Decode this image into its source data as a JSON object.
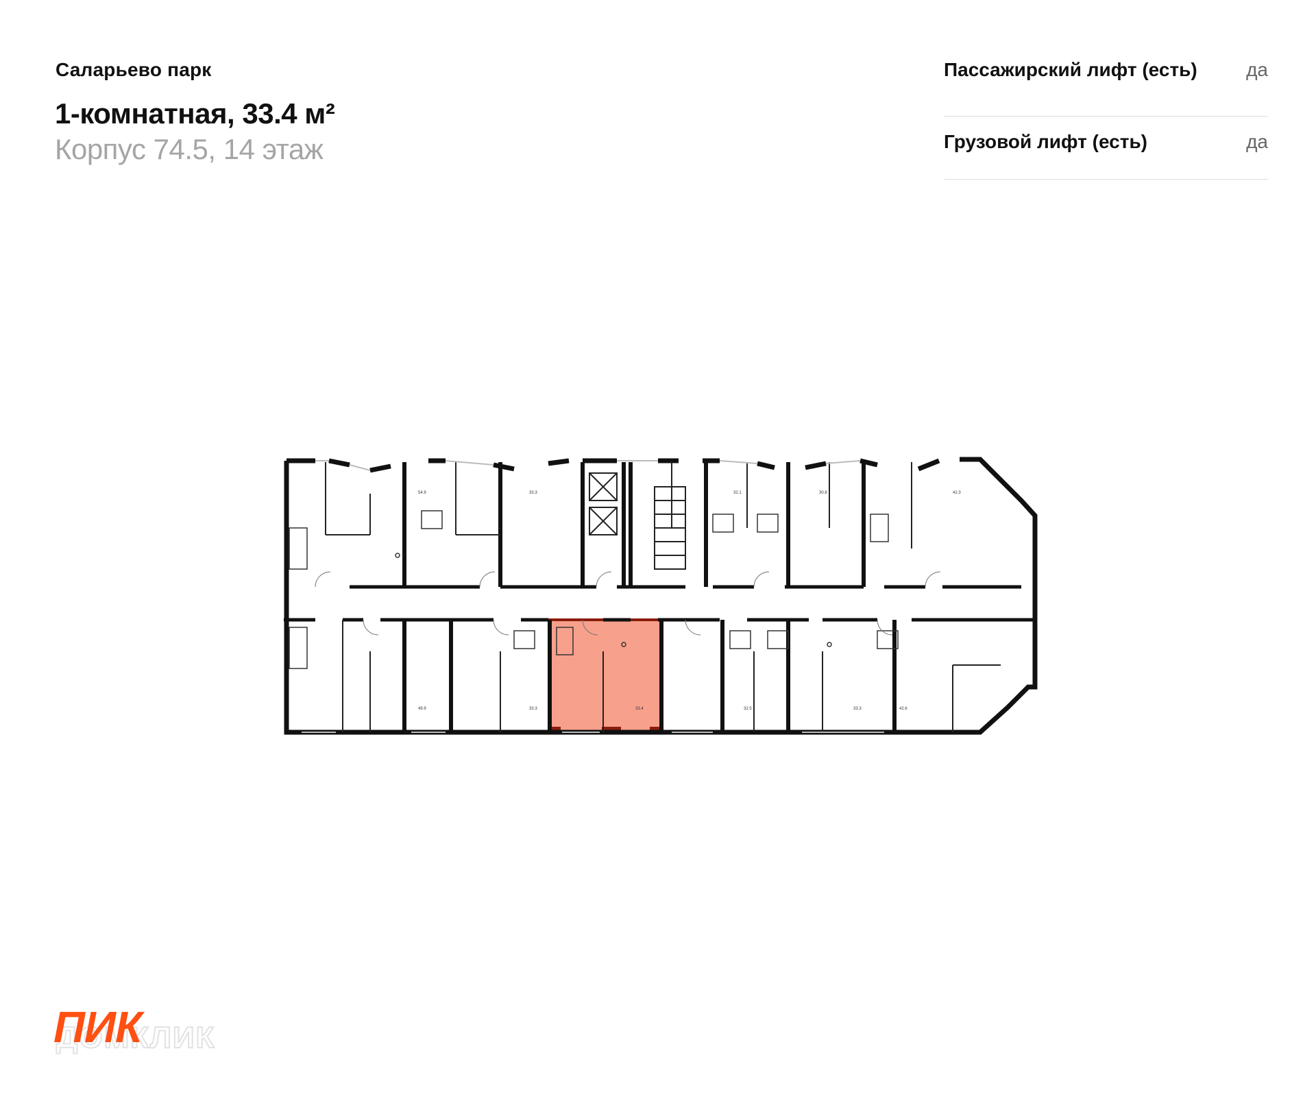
{
  "header": {
    "project_name": "Саларьево парк",
    "apartment_title": "1-комнатная, 33.4 м²",
    "building_floor": "Корпус 74.5, 14 этаж"
  },
  "features": [
    {
      "label": "Пассажирский лифт (есть)",
      "value": "да"
    },
    {
      "label": "Грузовой лифт (есть)",
      "value": "да"
    }
  ],
  "floor_plan": {
    "highlight_color": "#f7a08c",
    "highlight_border_color": "#8a1c0c",
    "wall_color": "#111111",
    "units_top": [
      "54.9",
      "33.3",
      "32.1",
      "30.8",
      "42.3"
    ],
    "units_bottom": [
      "49.9",
      "33.3",
      "33.4",
      "32.5",
      "33.3",
      "42.6"
    ],
    "selected_unit_area": "33.4"
  },
  "branding": {
    "logo_text": "ПИК",
    "logo_color": "#ff4f12",
    "watermark_text": "ДОМКЛИК"
  }
}
